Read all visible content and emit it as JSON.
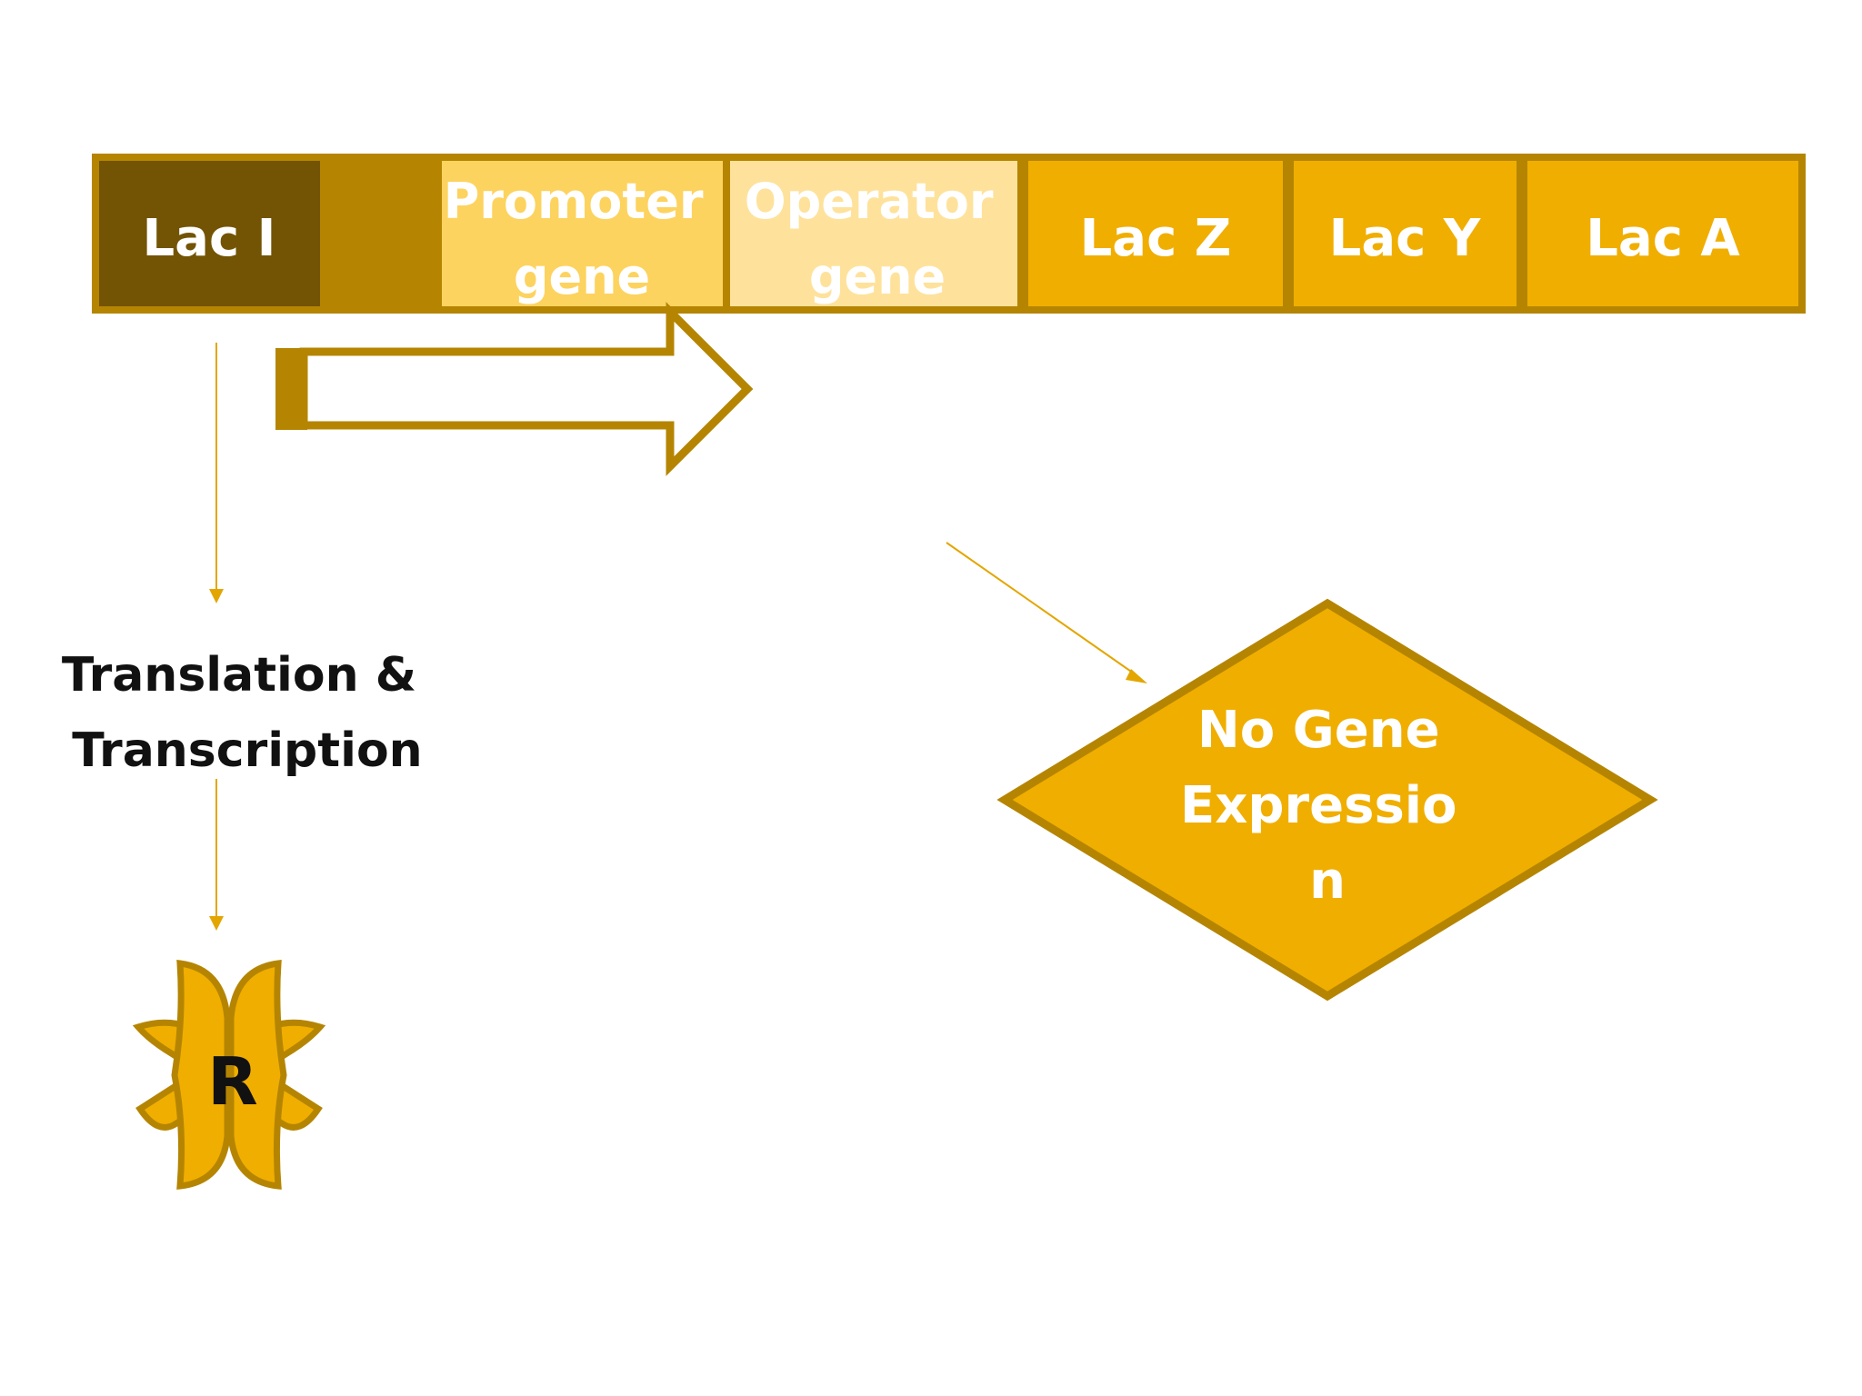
{
  "operon": {
    "segments": [
      {
        "label": "Lac I",
        "fill": "#735404"
      },
      {
        "label": "",
        "fill": "#B58502"
      },
      {
        "label": "Promoter\ngene",
        "fill": "#FDD35F"
      },
      {
        "label": "Operator\ngene",
        "fill": "#FEE29C"
      },
      {
        "label": "Lac Z",
        "fill": "#F0AE00"
      },
      {
        "label": "Lac Y",
        "fill": "#F0AE00"
      },
      {
        "label": "Lac A",
        "fill": "#F0AE00"
      }
    ]
  },
  "process_label": "Translation &\nTranscription",
  "repressor_label": "R",
  "outcome_label": "No Gene\nExpressio\nn",
  "colors": {
    "border": "#B58502",
    "outline": "#B58502",
    "arrow_line": "#E3A600",
    "gold": "#F0AE00",
    "text_dark": "#111111",
    "text_light": "#FFFFFF"
  }
}
